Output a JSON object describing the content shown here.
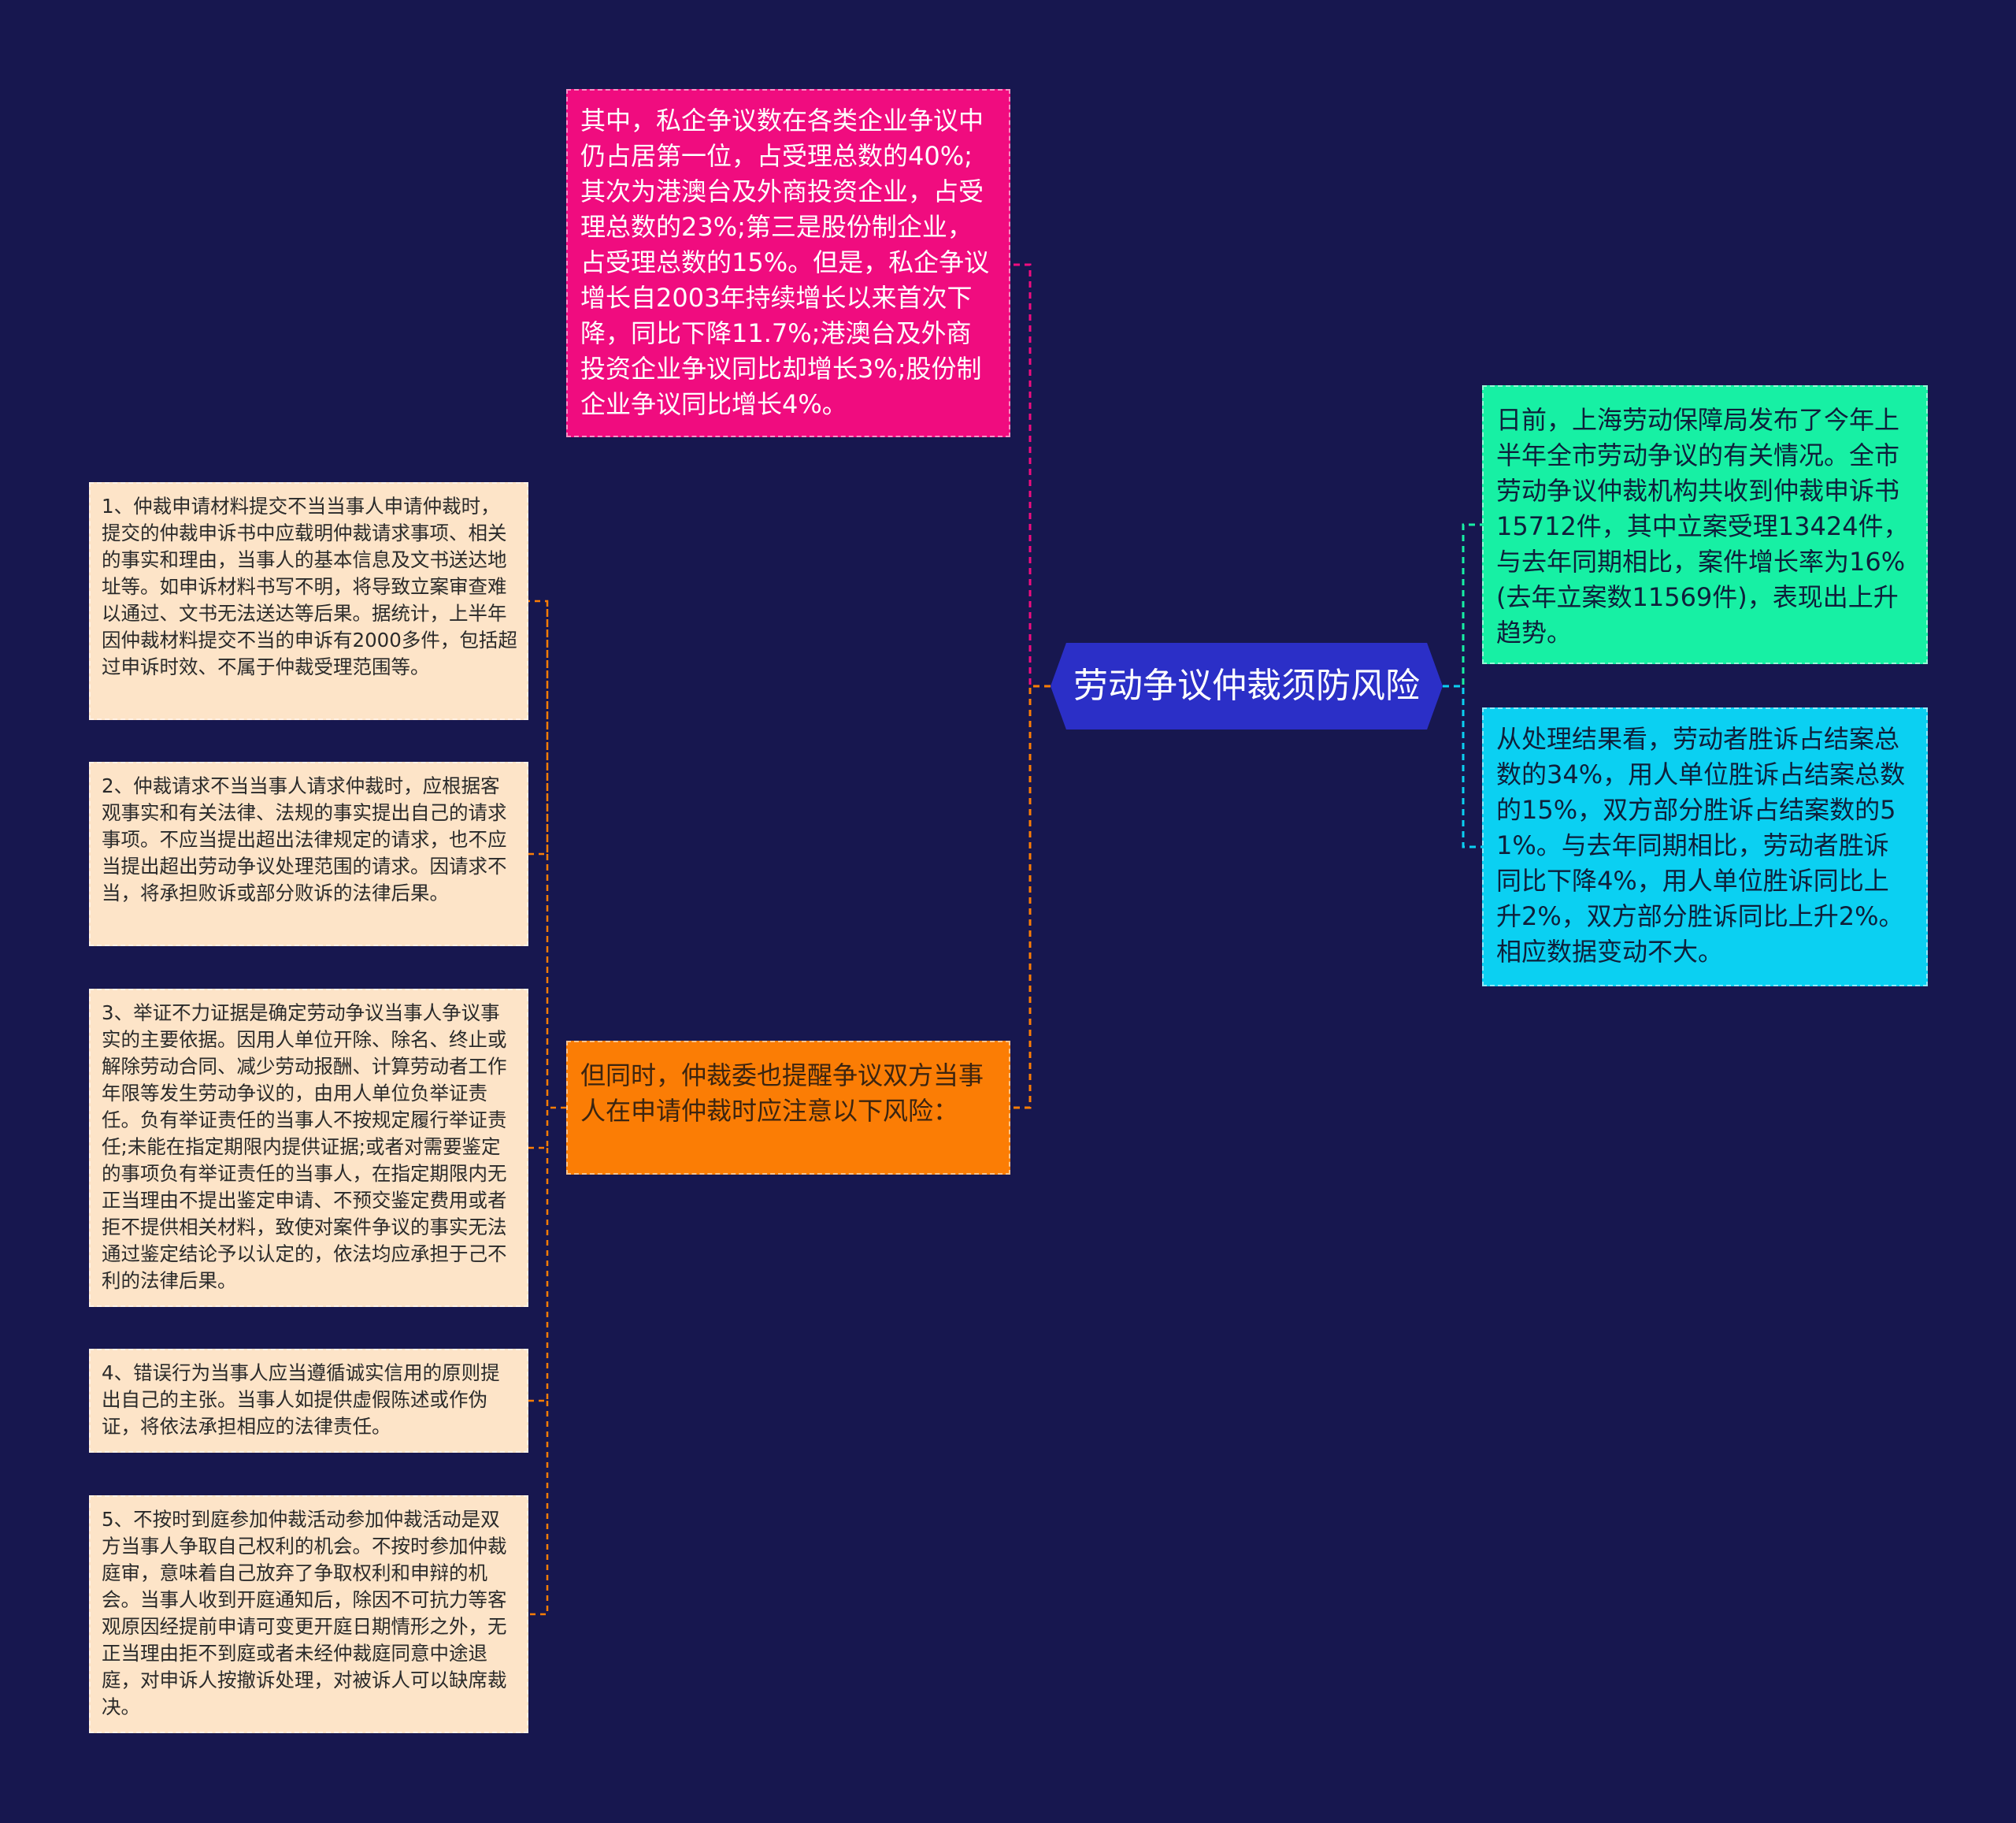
{
  "colors": {
    "background": "#17174f",
    "root": "#2b2fc7",
    "pink": "#f00c7f",
    "orange": "#fb7d05",
    "green": "#17f0a4",
    "cyan": "#0bd0f2",
    "leaf": "#fde4c8"
  },
  "root": {
    "label": "劳动争议仲裁须防风险"
  },
  "branches": {
    "private_share": "其中，私企争议数在各类企业争议中仍占居第一位，占受理总数的40%;其次为港澳台及外商投资企业，占受理总数的23%;第三是股份制企业，占受理总数的15%。但是，私企争议增长自2003年持续增长以来首次下降，同比下降11.7%;港澳台及外商投资企业争议同比却增长3%;股份制企业争议同比增长4%。",
    "reminder": "但同时，仲裁委也提醒争议双方当事人在申请仲裁时应注意以下风险：",
    "overview": "日前，上海劳动保障局发布了今年上半年全市劳动争议的有关情况。全市劳动争议仲裁机构共收到仲裁申诉书15712件，其中立案受理13424件，与去年同期相比，案件增长率为16%(去年立案数11569件)，表现出上升趋势。",
    "results": "从处理结果看，劳动者胜诉占结案总数的34%，用人单位胜诉占结案总数的15%，双方部分胜诉占结案数的51%。与去年同期相比，劳动者胜诉同比下降4%，用人单位胜诉同比上升2%，双方部分胜诉同比上升2%。相应数据变动不大。"
  },
  "risks": [
    "1、仲裁申请材料提交不当当事人申请仲裁时，提交的仲裁申诉书中应载明仲裁请求事项、相关的事实和理由，当事人的基本信息及文书送达地址等。如申诉材料书写不明，将导致立案审查难以通过、文书无法送达等后果。据统计，上半年因仲裁材料提交不当的申诉有2000多件，包括超过申诉时效、不属于仲裁受理范围等。",
    "2、仲裁请求不当当事人请求仲裁时，应根据客观事实和有关法律、法规的事实提出自己的请求事项。不应当提出超出法律规定的请求，也不应当提出超出劳动争议处理范围的请求。因请求不当，将承担败诉或部分败诉的法律后果。",
    "3、举证不力证据是确定劳动争议当事人争议事实的主要依据。因用人单位开除、除名、终止或解除劳动合同、减少劳动报酬、计算劳动者工作年限等发生劳动争议的，由用人单位负举证责任。负有举证责任的当事人不按规定履行举证责任;未能在指定期限内提供证据;或者对需要鉴定的事项负有举证责任的当事人，在指定期限内无正当理由不提出鉴定申请、不预交鉴定费用或者拒不提供相关材料，致使对案件争议的事实无法通过鉴定结论予以认定的，依法均应承担于己不利的法律后果。",
    "4、错误行为当事人应当遵循诚实信用的原则提出自己的主张。当事人如提供虚假陈述或作伪证，将依法承担相应的法律责任。",
    "5、不按时到庭参加仲裁活动参加仲裁活动是双方当事人争取自己权利的机会。不按时参加仲裁庭审，意味着自己放弃了争取权利和申辩的机会。当事人收到开庭通知后，除因不可抗力等客观原因经提前申请可变更开庭日期情形之外，无正当理由拒不到庭或者未经仲裁庭同意中途退庭，对申诉人按撤诉处理，对被诉人可以缺席裁决。"
  ]
}
